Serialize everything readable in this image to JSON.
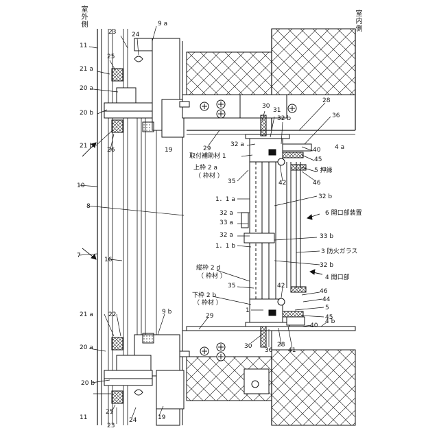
{
  "side_labels": {
    "outdoor": "室外側",
    "indoor": "室内側"
  },
  "labels": {
    "n11_top": "11",
    "n23_top": "23",
    "n24_top": "24",
    "n9a": "9 a",
    "n25_top": "25",
    "n21a_top": "21 a",
    "n20a_top": "20 a",
    "n20b_top": "20 b",
    "n21b": "21 b",
    "n26": "26",
    "n19_top": "19",
    "n29_top": "29",
    "n30_top": "30",
    "n31": "31",
    "n32b_top": "32 b",
    "n28_top": "28",
    "n36_top": "36",
    "n32a_top": "32 a",
    "n40_top": "40",
    "n4a": "4 a",
    "kf": "取付補助材 1",
    "n45_top": "45",
    "uw": "上枠 2 a",
    "wz1": "（ 枠材 ）",
    "n5": "5 押縁",
    "n35_top": "35",
    "n42_top": "42",
    "n46_top": "46",
    "n10": "10",
    "n11a": "1．1 a",
    "n32b_mid": "32 b",
    "n32a_mid": "32 a",
    "n6": "6 開口部装置",
    "n8": "8",
    "n33a": "33 a",
    "n33b": "33 b",
    "n32a_low": "32 a",
    "n11b": "1．1 b",
    "n3": "3 防火ガラス",
    "n7": "7",
    "n16": "16",
    "n32b_low": "32 b",
    "tw": "縦枠 2 d",
    "wz2": "（ 枠材 ）",
    "n4": "4 開口部",
    "n35_low": "35",
    "n42_low": "42",
    "n46_low": "46",
    "lw": "下枠 2 b",
    "wz3": "（ 枠材 ）",
    "n44": "44",
    "n1_low": "1",
    "n5_low": "5",
    "n45_low": "45",
    "n21a_low": "21 a",
    "n22": "22",
    "n9b": "9 b",
    "n29_low": "29",
    "n40_low": "40",
    "n4b": "4 b",
    "n20a_low": "20 a",
    "n30_low": "30",
    "n36_low": "36",
    "n28_low": "28",
    "n41": "41",
    "n20b_low": "20 b",
    "n25_low": "25",
    "n11_low": "11",
    "n24_low": "24",
    "n23_low": "23",
    "n19_low": "19"
  }
}
